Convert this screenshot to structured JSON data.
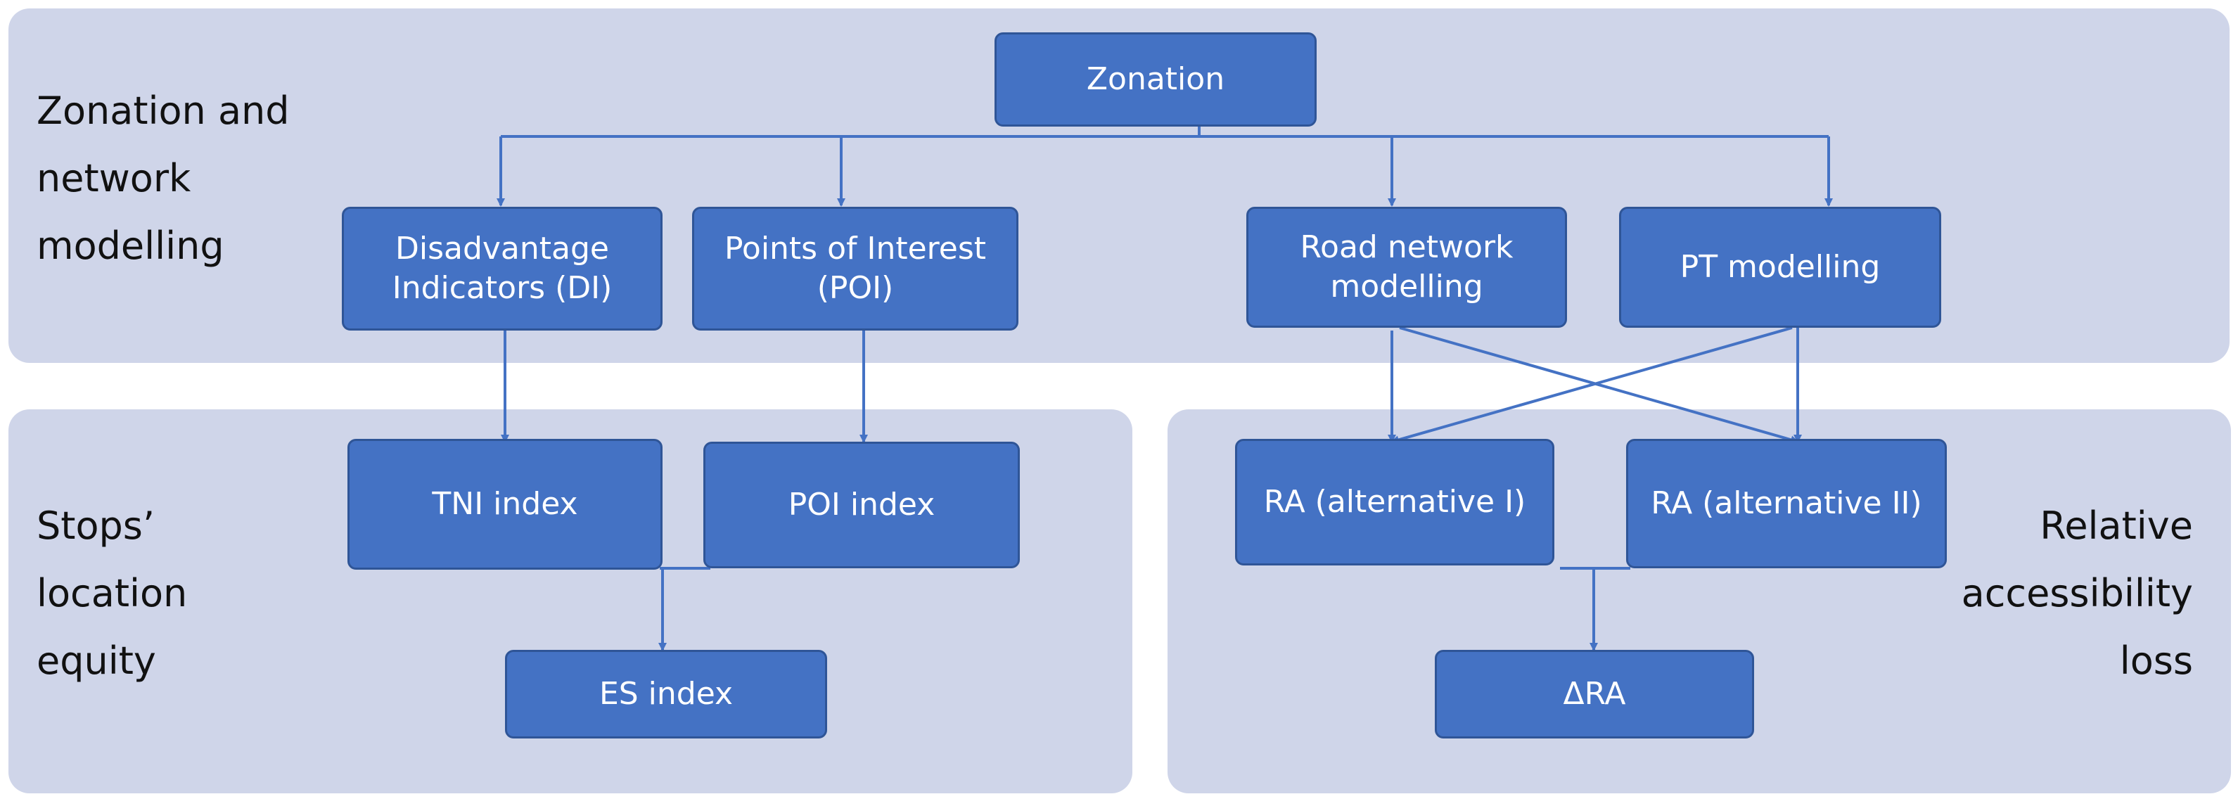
{
  "sections": {
    "top": {
      "label": "Zonation and\nnetwork\nmodelling"
    },
    "left": {
      "label": "Stops’\nlocation\nequity"
    },
    "right": {
      "label": "Relative\naccessibility\nloss"
    }
  },
  "nodes": {
    "zonation": "Zonation",
    "di": "Disadvantage\nIndicators (DI)",
    "poi": "Points of Interest\n(POI)",
    "road": "Road network\nmodelling",
    "pt": "PT modelling",
    "tni": "TNI index",
    "poi_index": "POI index",
    "es": "ES index",
    "ra1": "RA (alternative I)",
    "ra2": "RA (alternative II)",
    "dra": "ΔRA"
  },
  "colors": {
    "panel": "#cfd5e9",
    "box": "#4472c4",
    "box_border": "#2f5597",
    "arrow": "#4472c4"
  }
}
